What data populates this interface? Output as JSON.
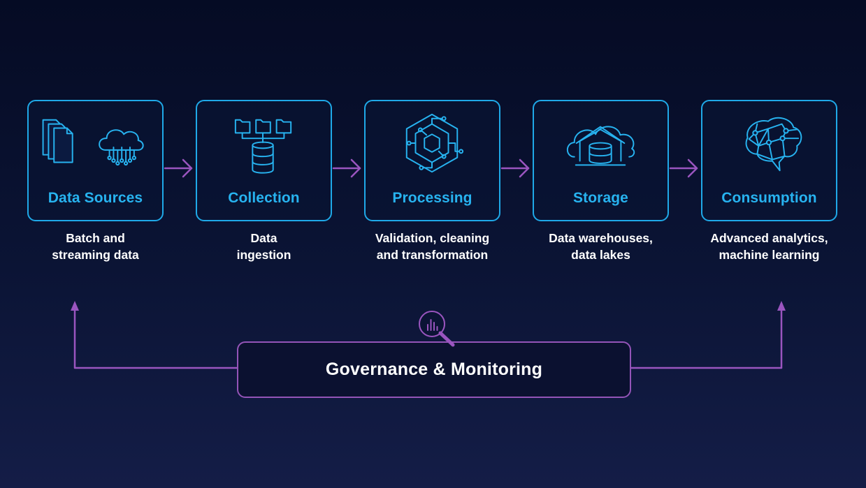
{
  "stages": [
    {
      "title": "Data Sources",
      "desc_lines": [
        "Batch and",
        "streaming data"
      ],
      "icon": "documents-cloud-icon"
    },
    {
      "title": "Collection",
      "desc_lines": [
        "Data",
        "ingestion"
      ],
      "icon": "folders-database-icon"
    },
    {
      "title": "Processing",
      "desc_lines": [
        "Validation, cleaning",
        "and transformation"
      ],
      "icon": "hexagon-circuit-icon"
    },
    {
      "title": "Storage",
      "desc_lines": [
        "Data warehouses,",
        "data lakes"
      ],
      "icon": "warehouse-database-icon"
    },
    {
      "title": "Consumption",
      "desc_lines": [
        "Advanced analytics,",
        "machine learning"
      ],
      "icon": "brain-network-icon"
    }
  ],
  "governance": {
    "title": "Governance & Monitoring",
    "icon": "magnifier-chart-icon"
  },
  "colors": {
    "stage_accent": "#1fa9e8",
    "stage_title": "#27b3f0",
    "governance_accent": "#9454b8",
    "arrow": "#9454b8",
    "background": "#0b1435"
  }
}
